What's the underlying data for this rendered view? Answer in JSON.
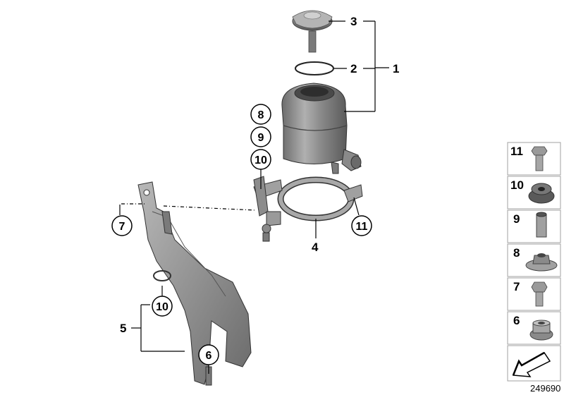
{
  "diagram": {
    "callouts": {
      "c1": "1",
      "c2": "2",
      "c3": "3",
      "c4": "4",
      "c5": "5",
      "c6": "6",
      "c7": "7",
      "c8": "8",
      "c9": "9",
      "c10a": "10",
      "c10b": "10",
      "c11": "11"
    },
    "legend": [
      {
        "number": "11",
        "icon": "hex-bolt-icon"
      },
      {
        "number": "10",
        "icon": "castellated-nut-icon"
      },
      {
        "number": "9",
        "icon": "spacer-sleeve-icon"
      },
      {
        "number": "8",
        "icon": "flange-nut-icon"
      },
      {
        "number": "7",
        "icon": "hex-bolt-icon"
      },
      {
        "number": "6",
        "icon": "collar-nut-icon"
      }
    ],
    "diagram_id": "249690",
    "colors": {
      "part_fill": "#9a9a9a",
      "part_dark": "#5e5e5e",
      "part_light": "#c8c8c8",
      "line": "#000000",
      "legend_border": "#a0a0a0"
    }
  }
}
